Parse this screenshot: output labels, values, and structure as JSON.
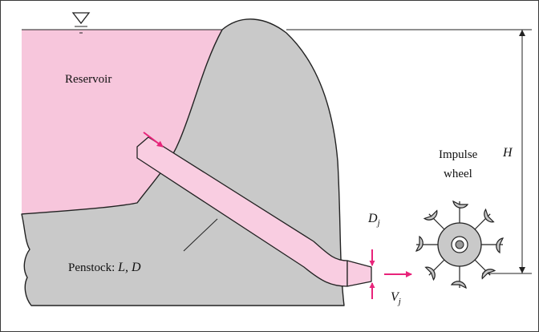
{
  "labels": {
    "reservoir": "Reservoir",
    "penstock": "Penstock: ",
    "penstock_vars": "L, D",
    "impulse_line1": "Impulse",
    "impulse_line2": "wheel",
    "height": "H",
    "jet_diameter": "D",
    "jet_diameter_sub": "j",
    "jet_velocity": "V",
    "jet_velocity_sub": "j"
  },
  "colors": {
    "water": "#f7c6dc",
    "rock": "#c9c9c9",
    "outline": "#222222",
    "arrow": "#e8237a",
    "pipe": "#f9cde1"
  },
  "icons": {
    "water_surface": "inverted-triangle-icon"
  }
}
